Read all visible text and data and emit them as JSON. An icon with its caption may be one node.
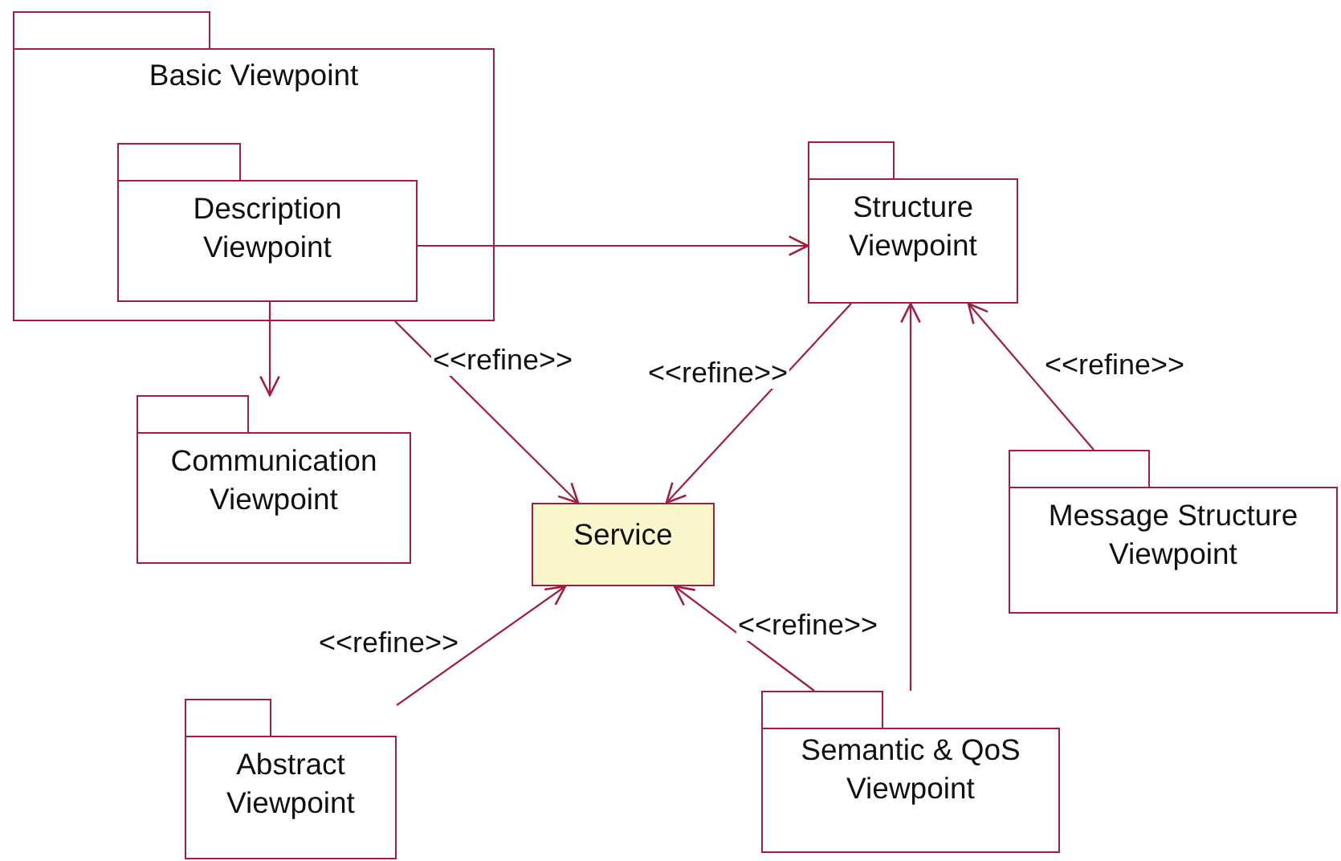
{
  "diagram": {
    "nodes": [
      {
        "text": [
          "Basic Viewpoint"
        ]
      },
      {
        "text": [
          "Description Viewpoint"
        ],
        "in": 0
      },
      {
        "text": [
          "Structure Viewpoint"
        ]
      },
      {
        "text": [
          "Communication Viewpoint"
        ]
      },
      {
        "text": [
          "Service"
        ]
      },
      {
        "text": [
          "Message Structure Viewpoint"
        ]
      },
      {
        "text": [
          "Abstract Viewpoint"
        ]
      },
      {
        "text": [
          "Semantic & QoS Viewpoint"
        ]
      }
    ],
    "edges": [
      {
        "from": 1,
        "to": 2,
        "arrow": "to"
      },
      {
        "from": 1,
        "to": 3,
        "arrow": "to"
      },
      {
        "from": 0,
        "to": 4,
        "arrow": "to",
        "label": "<<refine>>"
      },
      {
        "from": 2,
        "to": 4,
        "arrow": "to",
        "label": "<<refine>>"
      },
      {
        "from": 5,
        "to": 2,
        "arrow": "to",
        "label": "<<refine>>"
      },
      {
        "from": 6,
        "to": 4,
        "arrow": "to",
        "label": "<<refine>>"
      },
      {
        "from": 7,
        "to": 4,
        "arrow": "to",
        "label": "<<refine>>"
      },
      {
        "from": 7,
        "to": 2,
        "arrow": "to"
      }
    ]
  }
}
